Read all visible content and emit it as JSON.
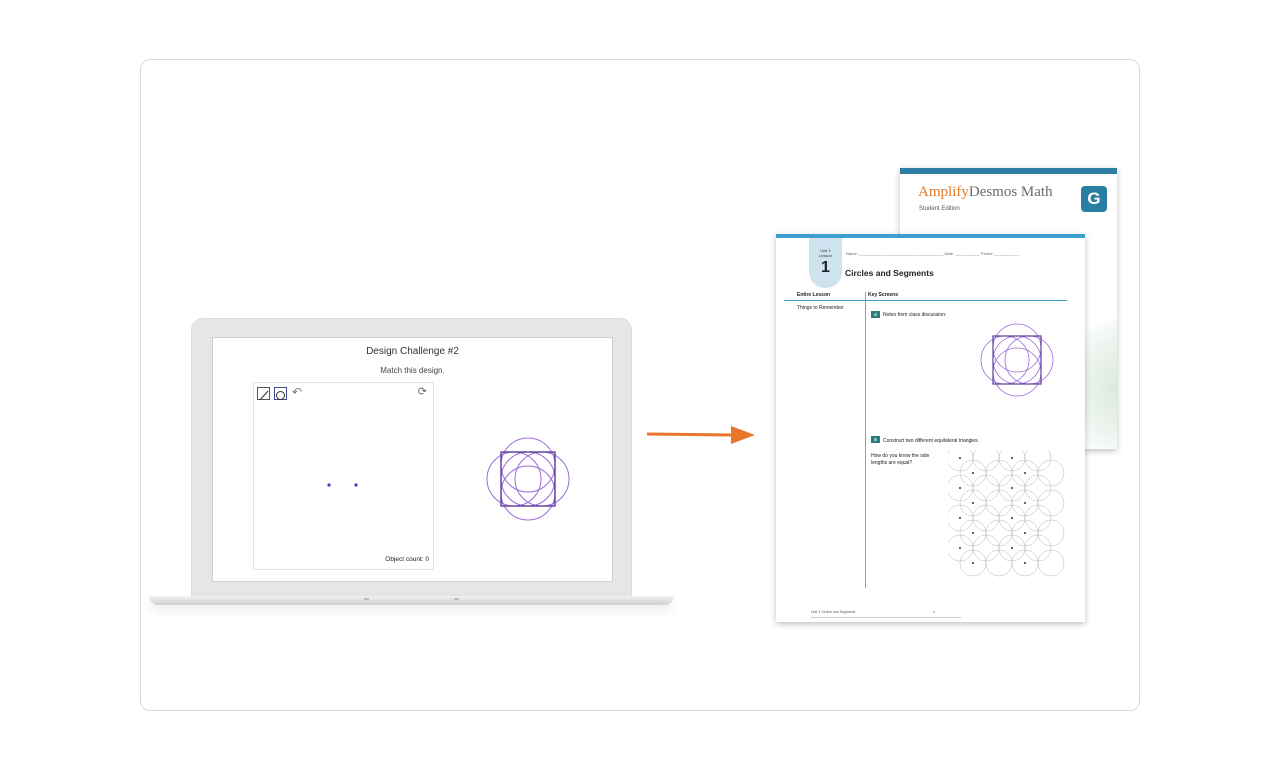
{
  "laptop": {
    "screen": {
      "title": "Design Challenge #2",
      "subtitle": "Match this design.",
      "tools": [
        {
          "icon": "segment-tool-icon"
        },
        {
          "icon": "circle-tool-icon"
        },
        {
          "icon": "undo-icon"
        }
      ],
      "reset_icon": "refresh-icon",
      "object_count": "Object count: 0"
    }
  },
  "arrow": {
    "color": "#e8762a"
  },
  "cover": {
    "brand_amplify": "Amplify",
    "brand_rest": "Desmos Math",
    "edition": "Student Edition",
    "badge": "G",
    "accent_color": "#2b7ea3"
  },
  "worksheet": {
    "unit": "Unit 1",
    "lesson_label": "Lesson",
    "lesson_number": "1",
    "name_line": "Name: ______________________________________  Date: ___________  Period: ___________",
    "title": "Circles and Segments",
    "col_left": "Entire Lesson",
    "col_right": "Key Screens",
    "things": "Things to Remember",
    "item4_num": "4",
    "item4_text": "Notes from class discussion:",
    "item5_num": "5",
    "item5_text": "Construct two different equilateral triangles.",
    "question": "How do you know the side lengths are equal?",
    "footer_left": "Unit 1 Circles and Segments",
    "footer_page": "1"
  }
}
